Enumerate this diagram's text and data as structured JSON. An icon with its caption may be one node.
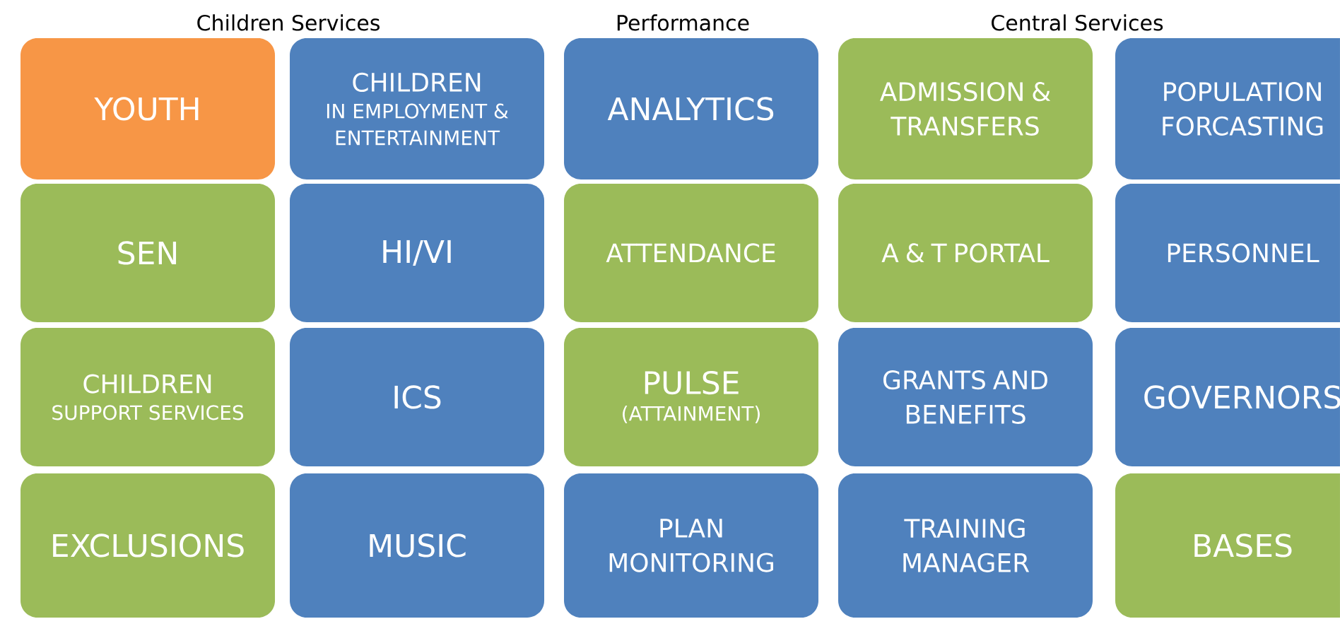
{
  "diagram": {
    "nodes": [
      {
        "text": [
          "YOUTH"
        ]
      },
      {
        "text": [
          "CHILDREN",
          "IN EMPLOYMENT & ENTERTAINMENT"
        ]
      },
      {
        "text": [
          "ANALYTICS"
        ]
      },
      {
        "text": [
          "ADMISSION & TRANSFERS"
        ]
      },
      {
        "text": [
          "POPULATION FORCASTING"
        ]
      },
      {
        "text": [
          "SEN"
        ]
      },
      {
        "text": [
          "HI/VI"
        ]
      },
      {
        "text": [
          "ATTENDANCE"
        ]
      },
      {
        "text": [
          "A & T PORTAL"
        ]
      },
      {
        "text": [
          "PERSONNEL"
        ]
      },
      {
        "text": [
          "CHILDREN",
          "SUPPORT SERVICES"
        ]
      },
      {
        "text": [
          "ICS"
        ]
      },
      {
        "text": [
          "PULSE",
          "(ATTAINMENT)"
        ]
      },
      {
        "text": [
          "GRANTS AND BENEFITS"
        ]
      },
      {
        "text": [
          "GOVERNORS"
        ]
      },
      {
        "text": [
          "EXCLUSIONS"
        ]
      },
      {
        "text": [
          "MUSIC"
        ]
      },
      {
        "text": [
          "PLAN MONITORING"
        ]
      },
      {
        "text": [
          "TRAINING MANAGER"
        ]
      },
      {
        "text": [
          "BASES"
        ]
      }
    ],
    "labels": [
      "Children Services",
      "Performance",
      "Central Services"
    ]
  }
}
